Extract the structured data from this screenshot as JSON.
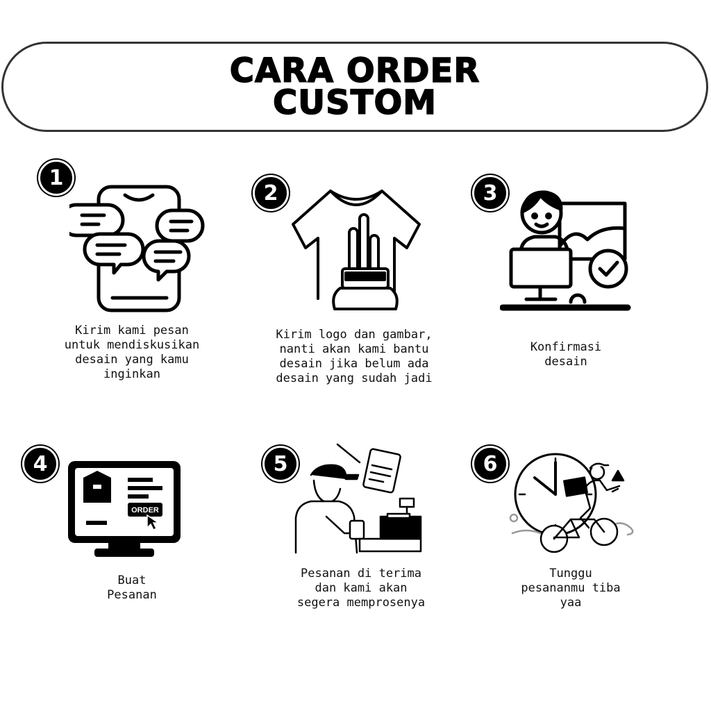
{
  "title": {
    "line1": "CARA ORDER",
    "line2": "CUSTOM"
  },
  "steps": [
    {
      "number": "1",
      "caption": "Kirim kami pesan\nuntuk mendiskusikan\ndesain yang kamu\ninginkan",
      "icon": "phone-chat-icon"
    },
    {
      "number": "2",
      "caption": "Kirim logo dan gambar,\nnanti akan kami bantu\ndesain jika belum ada\ndesain yang sudah jadi",
      "icon": "tshirt-print-icon"
    },
    {
      "number": "3",
      "caption": "Konfirmasi\ndesain",
      "icon": "designer-desk-icon"
    },
    {
      "number": "4",
      "caption": "Buat\nPesanan",
      "icon": "monitor-order-icon",
      "order_label": "ORDER"
    },
    {
      "number": "5",
      "caption": "Pesanan di terima\ndan kami akan\nsegera memprosenya",
      "icon": "cashier-icon"
    },
    {
      "number": "6",
      "caption": "Tunggu\npesananmu tiba\nyaa",
      "icon": "delivery-bike-icon"
    }
  ]
}
